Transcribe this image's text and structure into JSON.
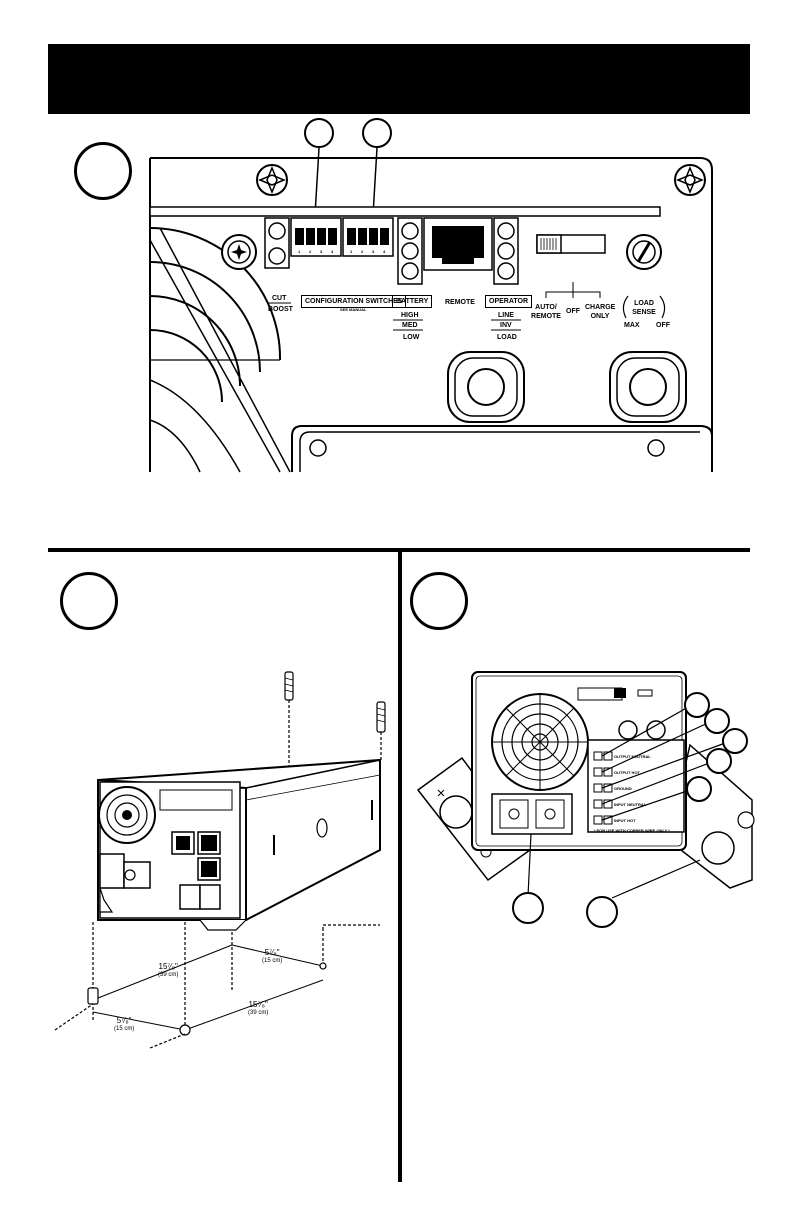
{
  "panel_labels": {
    "cut": "CUT",
    "boost": "BOOST",
    "config_switches": "CONFIGURATION SWITCHES",
    "config_sub": "SEE MANUAL",
    "battery": "BATTERY",
    "high": "HIGH",
    "med": "MED",
    "low": "LOW",
    "remote": "REMOTE",
    "operator": "OPERATOR",
    "line": "LINE",
    "inv": "INV",
    "load": "LOAD",
    "auto_remote": "AUTO/ REMOTE",
    "off": "OFF",
    "charge_only": "CHARGE ONLY",
    "load_sense": "LOAD SENSE",
    "max": "MAX",
    "off2": "OFF"
  },
  "switch_numbers": [
    "1",
    "2",
    "3",
    "4"
  ],
  "dimensions": {
    "d1": "5⁷⁄₈\"",
    "d1_cm": "(15 cm)",
    "d2": "15⁷⁄₈\"",
    "d2_cm": "(39 cm)",
    "d3": "5⁷⁄₈\"",
    "d3_cm": "(15 cm)",
    "d4": "15⁷⁄₈\"",
    "d4_cm": "(39 cm)"
  },
  "terminal_labels": [
    "OUTPUT NEUTRAL",
    "OUTPUT HOT",
    "GROUND",
    "INPUT NEUTRAL",
    "INPUT HOT"
  ],
  "terminal_note": "* FOR USE WITH COPPER WIRE ONLY *"
}
